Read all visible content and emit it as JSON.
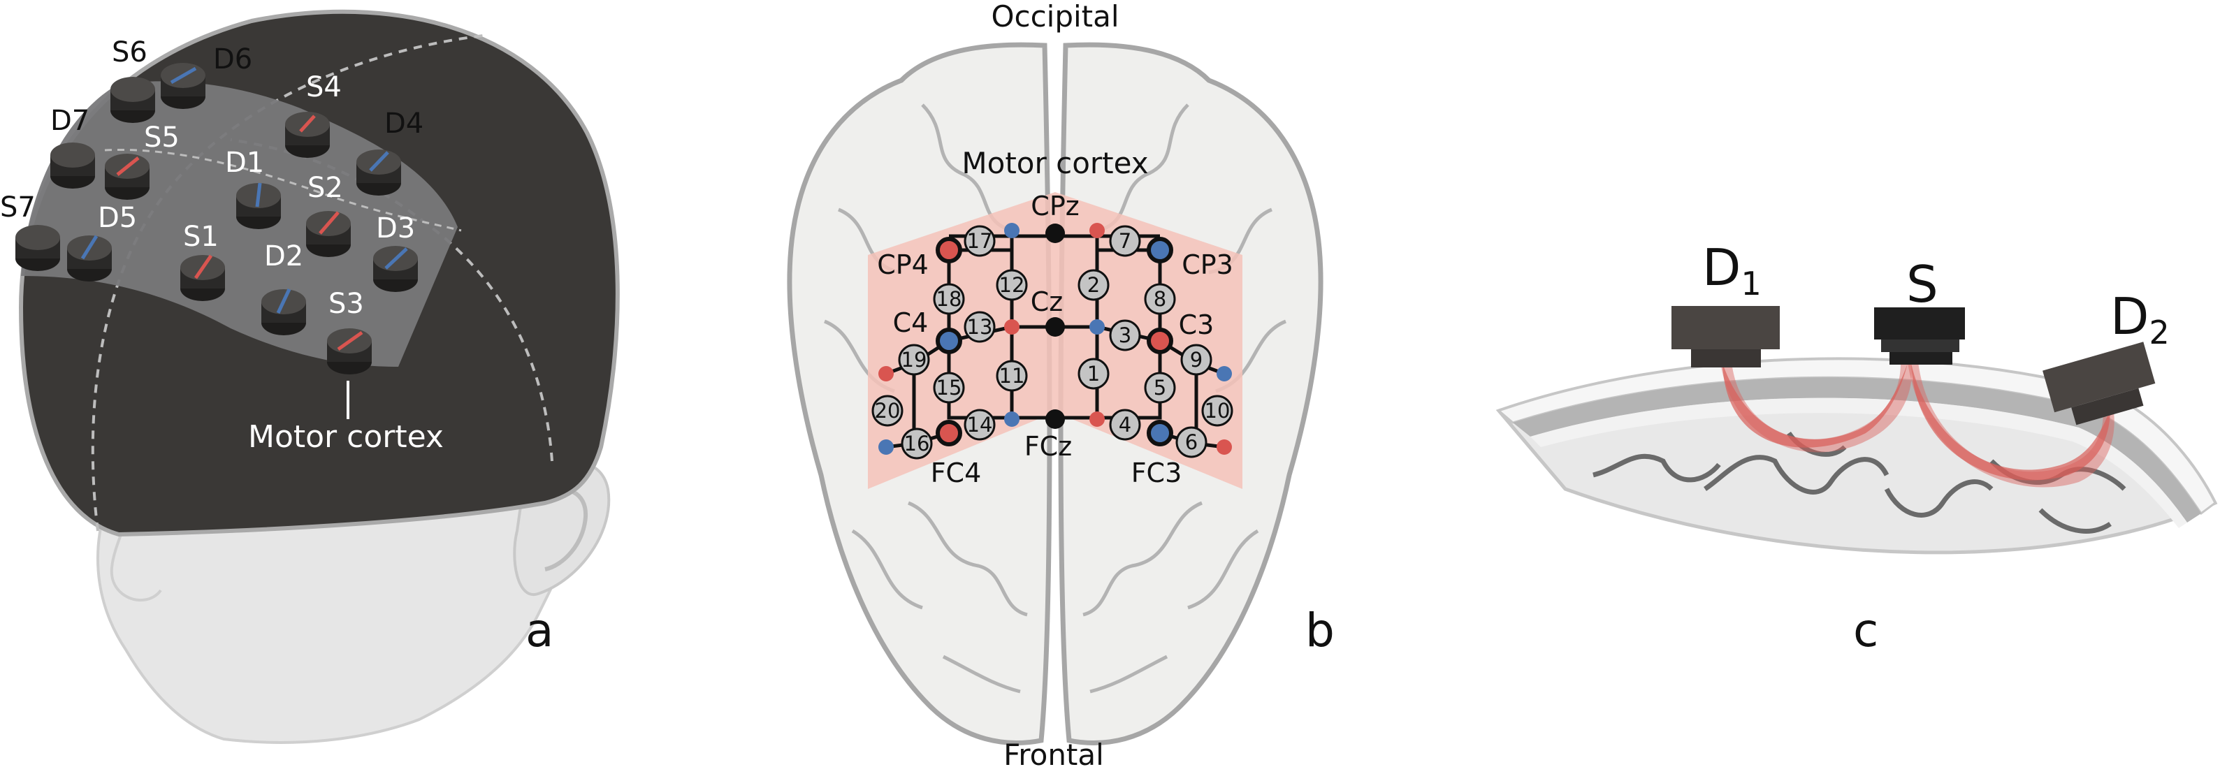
{
  "panel_a": {
    "panel_letter": "a",
    "region_label": "Motor cortex",
    "optodes": [
      {
        "label": "S6",
        "type": "source"
      },
      {
        "label": "D6",
        "type": "detector"
      },
      {
        "label": "S4",
        "type": "source"
      },
      {
        "label": "D4",
        "type": "detector"
      },
      {
        "label": "D7",
        "type": "detector"
      },
      {
        "label": "S5",
        "type": "source"
      },
      {
        "label": "D1",
        "type": "detector"
      },
      {
        "label": "S2",
        "type": "source"
      },
      {
        "label": "S7",
        "type": "source"
      },
      {
        "label": "D5",
        "type": "detector"
      },
      {
        "label": "S1",
        "type": "source"
      },
      {
        "label": "D3",
        "type": "detector"
      },
      {
        "label": "D2",
        "type": "detector"
      },
      {
        "label": "S3",
        "type": "source"
      }
    ]
  },
  "panel_b": {
    "panel_letter": "b",
    "top_label": "Occipital",
    "bottom_label": "Frontal",
    "region_label": "Motor cortex",
    "reference_points": [
      "CPz",
      "Cz",
      "FCz",
      "CP4",
      "C4",
      "FC4",
      "CP3",
      "C3",
      "FC3"
    ],
    "channels": [
      "1",
      "2",
      "3",
      "4",
      "5",
      "6",
      "7",
      "8",
      "9",
      "10",
      "11",
      "12",
      "13",
      "14",
      "15",
      "16",
      "17",
      "18",
      "19",
      "20"
    ]
  },
  "panel_c": {
    "panel_letter": "c",
    "source_label": "S",
    "detector_1": {
      "main": "D",
      "sub": "1"
    },
    "detector_2": {
      "main": "D",
      "sub": "2"
    }
  },
  "colors": {
    "cap": "#3a3836",
    "patch": "#78787a",
    "source": "#d95550",
    "detector": "#4a76b4",
    "motor_region": "#f4c2b8",
    "brain": "#efefed",
    "brain_outline": "#a6a6a6",
    "light_path": "#d9605a"
  }
}
